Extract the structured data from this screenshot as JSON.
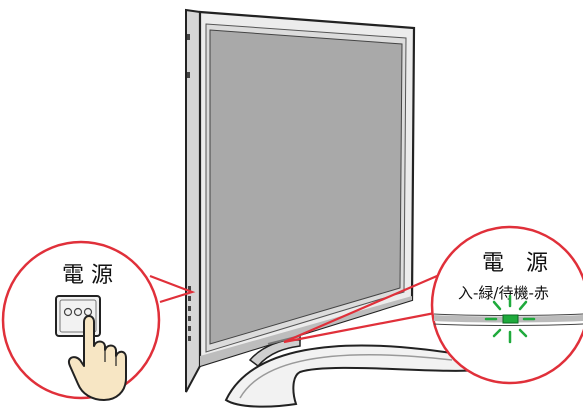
{
  "power_button_callout": {
    "label": "電 源"
  },
  "power_led_callout": {
    "label": "電　源",
    "status_text": "入-緑/待機-赤",
    "led_color": "#1faa3c"
  },
  "colors": {
    "callout_outline": "#e0303a",
    "screen": "#a9a9a9",
    "bezel": "#e8e8e8",
    "outline": "#222222"
  },
  "icons": {
    "hand": "pointing-hand-icon",
    "button": "power-button-icon",
    "led": "led-indicator-icon"
  }
}
